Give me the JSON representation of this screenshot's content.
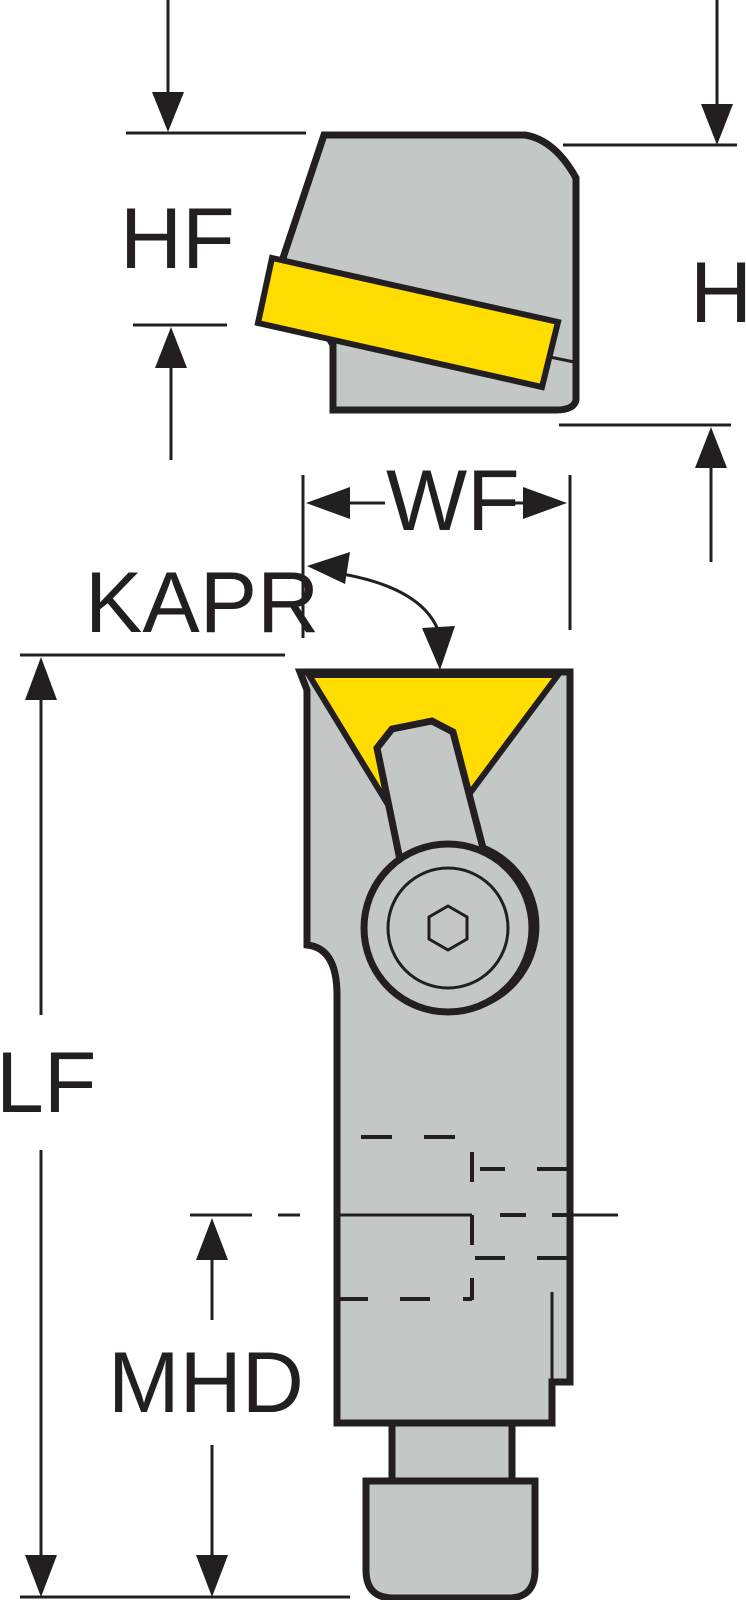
{
  "labels": {
    "hf": "HF",
    "h": "H",
    "wf": "WF",
    "kapr": "KAPR",
    "lf": "LF",
    "mhd": "MHD"
  },
  "colors": {
    "body": "#c3c8c6",
    "insert": "#ffdd00",
    "outline": "#231f20"
  }
}
